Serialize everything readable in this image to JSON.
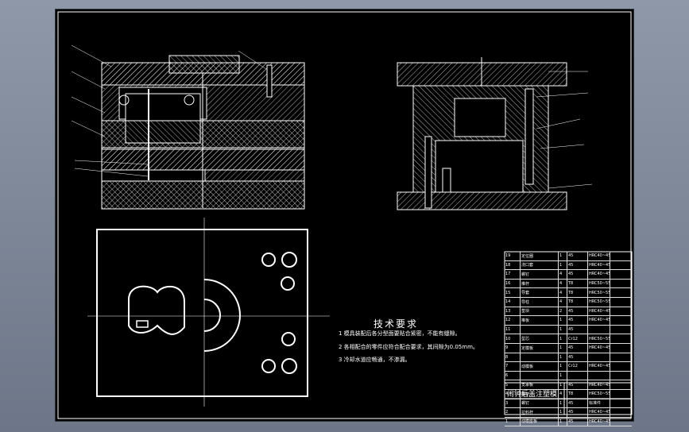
{
  "drawing": {
    "title": "闹钟后盖注塑模",
    "tech_requirements": {
      "heading": "技术要求",
      "items": [
        "1  模具装配后各分型面要贴合紧密，不能有缝隙。",
        "2  各相配合的零件应符合配合要求，其间隙为0.05mm。",
        "3  冷却水道应畅通，不渗漏。"
      ]
    },
    "bom": {
      "rows": [
        [
          "19",
          "定位圈",
          "1",
          "45",
          "HRC40~45"
        ],
        [
          "18",
          "浇口套",
          "1",
          "45",
          "HRC40~45"
        ],
        [
          "17",
          "螺钉",
          "4",
          "45",
          "HRC40~45"
        ],
        [
          "16",
          "推杆",
          "4",
          "T8",
          "HRC50~55"
        ],
        [
          "15",
          "导套",
          "4",
          "T8",
          "HRC50~55"
        ],
        [
          "14",
          "导柱",
          "4",
          "T8",
          "HRC50~55"
        ],
        [
          "13",
          "垫块",
          "2",
          "45",
          "HRC40~45"
        ],
        [
          "12",
          "推板",
          "1",
          "45",
          "HRC40~45"
        ],
        [
          "11",
          "",
          "1",
          "45",
          ""
        ],
        [
          "10",
          "型芯",
          "1",
          "Cr12",
          "HRC50~55"
        ],
        [
          "9",
          "定模板",
          "1",
          "45",
          "HRC40~45"
        ],
        [
          "8",
          "",
          "1",
          "45",
          ""
        ],
        [
          "7",
          "动模板",
          "1",
          "Cr12",
          "HRC40~45"
        ],
        [
          "6",
          "",
          "1",
          "",
          ""
        ],
        [
          "5",
          "支承板",
          "1",
          "45",
          "HRC40~45"
        ],
        [
          "4",
          "推杆",
          "4",
          "T8",
          "HRC50~55"
        ],
        [
          "3",
          "螺钉",
          "1",
          "45",
          "标准件"
        ],
        [
          "2",
          "拉料杆",
          "1",
          "45",
          "HRC40~45"
        ],
        [
          "1",
          "动模座板",
          "1",
          "45",
          "HRC40~45"
        ]
      ]
    }
  }
}
